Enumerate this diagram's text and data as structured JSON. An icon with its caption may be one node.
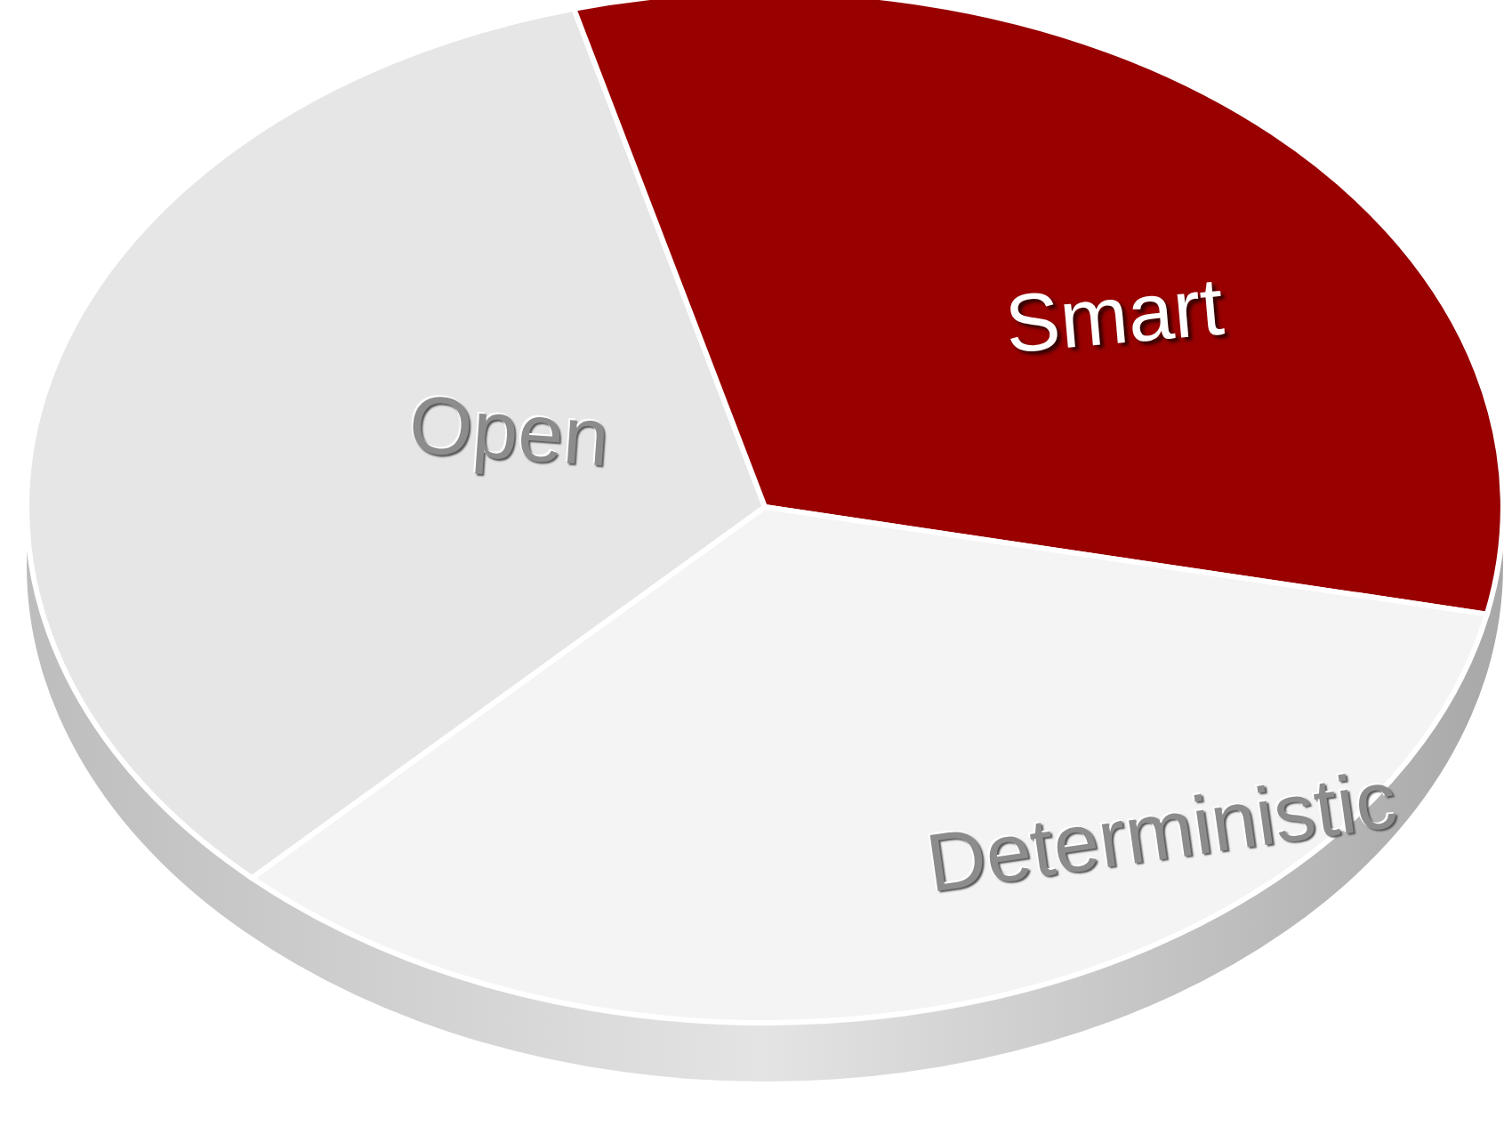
{
  "diagram": {
    "nodes": [
      {
        "text": [
          "Open"
        ]
      },
      {
        "text": [
          "Smart"
        ]
      },
      {
        "text": [
          "Deterministic"
        ]
      }
    ]
  }
}
